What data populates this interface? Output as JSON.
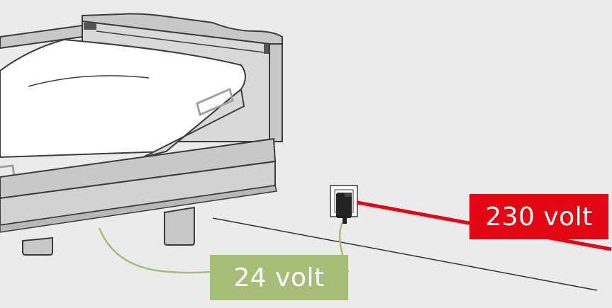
{
  "labels": {
    "low_voltage": "24 volt",
    "mains_voltage": "230 volt"
  },
  "colors": {
    "background": "#ebebeb",
    "low_voltage": "#a7bd77",
    "mains_voltage": "#e30613",
    "outline": "#3c3c3c",
    "bed_frame": "#c8c8c8",
    "mattress": "#ffffff"
  },
  "icons": [
    "bed-illustration",
    "power-adapter-icon",
    "wall-socket-icon"
  ]
}
